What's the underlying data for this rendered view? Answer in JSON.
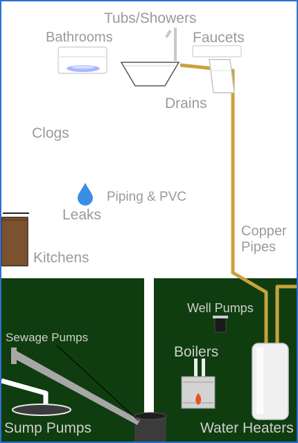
{
  "labels": {
    "tubs_showers": "Tubs/Showers",
    "bathrooms": "Bathrooms",
    "faucets": "Faucets",
    "drains": "Drains",
    "clogs": "Clogs",
    "piping_pvc": "Piping & PVC",
    "leaks": "Leaks",
    "copper_pipes_line1": "Copper",
    "copper_pipes_line2": "Pipes",
    "kitchens": "Kitchens",
    "well_pumps": "Well Pumps",
    "sewage_pumps": "Sewage Pumps",
    "boilers": "Boilers",
    "sump_pumps": "Sump  Pumps",
    "water_heaters": "Water Heaters"
  },
  "icons": {
    "bathroom_sink": "bathroom-sink-icon",
    "shower_head": "shower-head-icon",
    "drain_basin": "drain-basin-icon",
    "faucet": "faucet-icon",
    "water_drop": "water-drop-icon",
    "kitchen_cabinet": "kitchen-cabinet-icon",
    "well_pump": "well-pump-icon",
    "boiler": "boiler-icon",
    "flame": "flame-icon",
    "water_heater": "water-heater-icon",
    "sump_pit": "sump-pit-icon",
    "sewage_pump": "sewage-pump-icon"
  },
  "colors": {
    "frame_border": "#2d6fd0",
    "ground": "#0f3d0f",
    "copper_pipe": "#c9a23c",
    "label_grey": "#9a9a9a",
    "water_drop": "#3a8ee6",
    "flame": "#e8521c"
  }
}
